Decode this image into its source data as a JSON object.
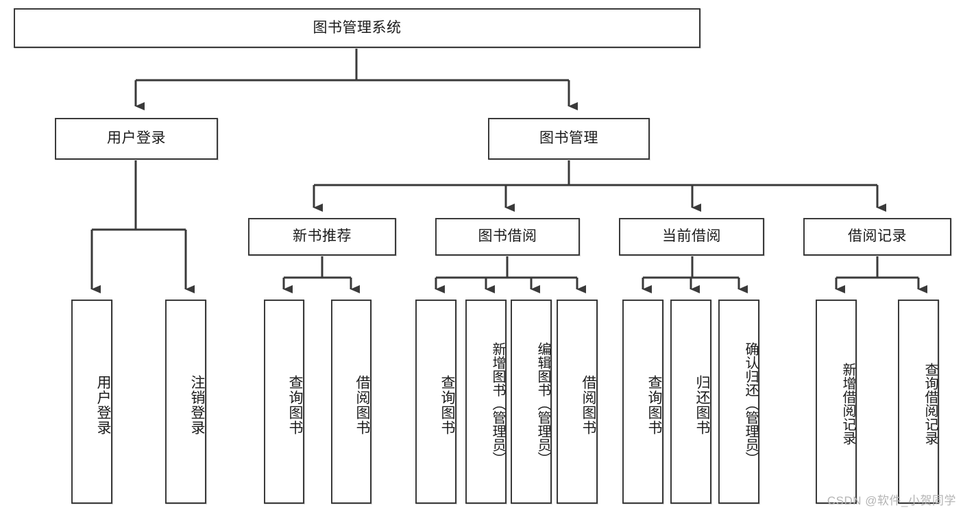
{
  "diagram": {
    "title": "图书管理系统",
    "type": "tree-hierarchy",
    "watermark": "CSDN @软件_小贺同学",
    "colors": {
      "stroke": "#3a3a3a",
      "fill": "#ffffff",
      "text": "#1b1b1b",
      "shadow": "#d9d9d9",
      "watermark": "#b4b4b4"
    },
    "levels": {
      "root": "图书管理系统",
      "level2": [
        "用户登录",
        "图书管理"
      ],
      "level3": [
        "新书推荐",
        "图书借阅",
        "当前借阅",
        "借阅记录"
      ],
      "leaves": [
        "用户登录",
        "注销登录",
        "查询图书",
        "借阅图书",
        "查询图书",
        "新增图书（管理员）",
        "编辑图书（管理员）",
        "借阅图书",
        "查询图书",
        "归还图书",
        "确认归还（管理员）",
        "新增借阅记录",
        "查询借阅记录"
      ]
    },
    "nodes": {
      "root": {
        "label": "图书管理系统"
      },
      "user_login": {
        "label": "用户登录"
      },
      "book_manage": {
        "label": "图书管理"
      },
      "new_book_rec": {
        "label": "新书推荐"
      },
      "book_borrow": {
        "label": "图书借阅"
      },
      "current_borrow": {
        "label": "当前借阅"
      },
      "borrow_record": {
        "label": "借阅记录"
      },
      "leaf_user_login": {
        "label": "用户登录"
      },
      "leaf_logout": {
        "label": "注销登录"
      },
      "leaf_query_book_1": {
        "label": "查询图书"
      },
      "leaf_borrow_book_1": {
        "label": "借阅图书"
      },
      "leaf_query_book_2": {
        "label": "查询图书"
      },
      "leaf_add_book": {
        "label": "新增图书（管理员）"
      },
      "leaf_edit_book": {
        "label": "编辑图书（管理员）"
      },
      "leaf_borrow_book_2": {
        "label": "借阅图书"
      },
      "leaf_query_book_3": {
        "label": "查询图书"
      },
      "leaf_return_book": {
        "label": "归还图书"
      },
      "leaf_confirm_return": {
        "label": "确认归还（管理员）"
      },
      "leaf_add_record": {
        "label": "新增借阅记录"
      },
      "leaf_query_record": {
        "label": "查询借阅记录"
      }
    },
    "edges": [
      {
        "from": "root",
        "to": "user_login"
      },
      {
        "from": "root",
        "to": "book_manage"
      },
      {
        "from": "user_login",
        "to": "leaf_user_login"
      },
      {
        "from": "user_login",
        "to": "leaf_logout"
      },
      {
        "from": "book_manage",
        "to": "new_book_rec"
      },
      {
        "from": "book_manage",
        "to": "book_borrow"
      },
      {
        "from": "book_manage",
        "to": "current_borrow"
      },
      {
        "from": "book_manage",
        "to": "borrow_record"
      },
      {
        "from": "new_book_rec",
        "to": "leaf_query_book_1"
      },
      {
        "from": "new_book_rec",
        "to": "leaf_borrow_book_1"
      },
      {
        "from": "book_borrow",
        "to": "leaf_query_book_2"
      },
      {
        "from": "book_borrow",
        "to": "leaf_add_book"
      },
      {
        "from": "book_borrow",
        "to": "leaf_edit_book"
      },
      {
        "from": "book_borrow",
        "to": "leaf_borrow_book_2"
      },
      {
        "from": "current_borrow",
        "to": "leaf_query_book_3"
      },
      {
        "from": "current_borrow",
        "to": "leaf_return_book"
      },
      {
        "from": "current_borrow",
        "to": "leaf_confirm_return"
      },
      {
        "from": "borrow_record",
        "to": "leaf_add_record"
      },
      {
        "from": "borrow_record",
        "to": "leaf_query_record"
      }
    ]
  }
}
